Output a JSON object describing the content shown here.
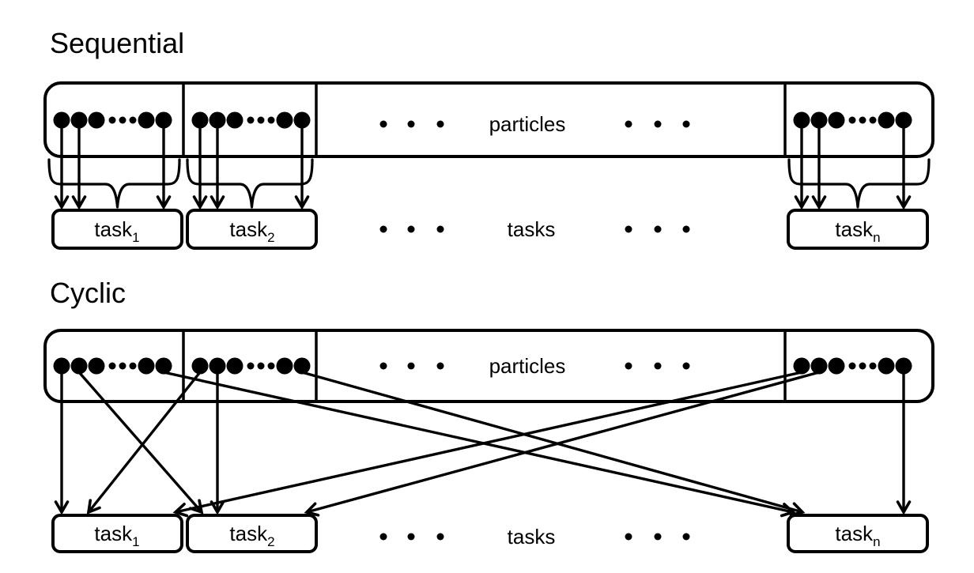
{
  "page": {
    "background": "#ffffff",
    "ink": "#000000"
  },
  "sections": [
    {
      "title": "Sequential",
      "particles_label": "particles",
      "tasks_label": "tasks",
      "ellipsis": "• • •",
      "assignment": "block: each group of consecutive particles maps to its own task",
      "dot_pattern": [
        "large",
        "large",
        "large",
        "small",
        "small",
        "small",
        "large",
        "large"
      ],
      "groups": [
        {
          "id": "1"
        },
        {
          "id": "2"
        },
        {
          "id": "n"
        }
      ],
      "tasks": [
        {
          "label": "task",
          "subscript": "1"
        },
        {
          "label": "task",
          "subscript": "2"
        },
        {
          "label": "task",
          "subscript": "n"
        }
      ],
      "has_braces": true,
      "edges": [
        {
          "group": "1",
          "dot": 1,
          "task": "1"
        },
        {
          "group": "1",
          "dot": 2,
          "task": "1"
        },
        {
          "group": "1",
          "dot": 8,
          "task": "1"
        },
        {
          "group": "2",
          "dot": 1,
          "task": "2"
        },
        {
          "group": "2",
          "dot": 2,
          "task": "2"
        },
        {
          "group": "2",
          "dot": 8,
          "task": "2"
        },
        {
          "group": "n",
          "dot": 1,
          "task": "n"
        },
        {
          "group": "n",
          "dot": 2,
          "task": "n"
        },
        {
          "group": "n",
          "dot": 8,
          "task": "n"
        }
      ]
    },
    {
      "title": "Cyclic",
      "particles_label": "particles",
      "tasks_label": "tasks",
      "ellipsis": "• • •",
      "assignment": "cyclic: particles are dealt round-robin across tasks",
      "dot_pattern": [
        "large",
        "large",
        "large",
        "small",
        "small",
        "small",
        "large",
        "large"
      ],
      "groups": [
        {
          "id": "1"
        },
        {
          "id": "2"
        },
        {
          "id": "n"
        }
      ],
      "tasks": [
        {
          "label": "task",
          "subscript": "1"
        },
        {
          "label": "task",
          "subscript": "2"
        },
        {
          "label": "task",
          "subscript": "n"
        }
      ],
      "has_braces": false,
      "edges": [
        {
          "group": "1",
          "dot": 1,
          "task": "1"
        },
        {
          "group": "1",
          "dot": 2,
          "task": "2"
        },
        {
          "group": "1",
          "dot": 8,
          "task": "n"
        },
        {
          "group": "2",
          "dot": 1,
          "task": "1"
        },
        {
          "group": "2",
          "dot": 2,
          "task": "2"
        },
        {
          "group": "2",
          "dot": 8,
          "task": "n"
        },
        {
          "group": "n",
          "dot": 1,
          "task": "1"
        },
        {
          "group": "n",
          "dot": 2,
          "task": "2"
        },
        {
          "group": "n",
          "dot": 8,
          "task": "n"
        }
      ]
    }
  ]
}
